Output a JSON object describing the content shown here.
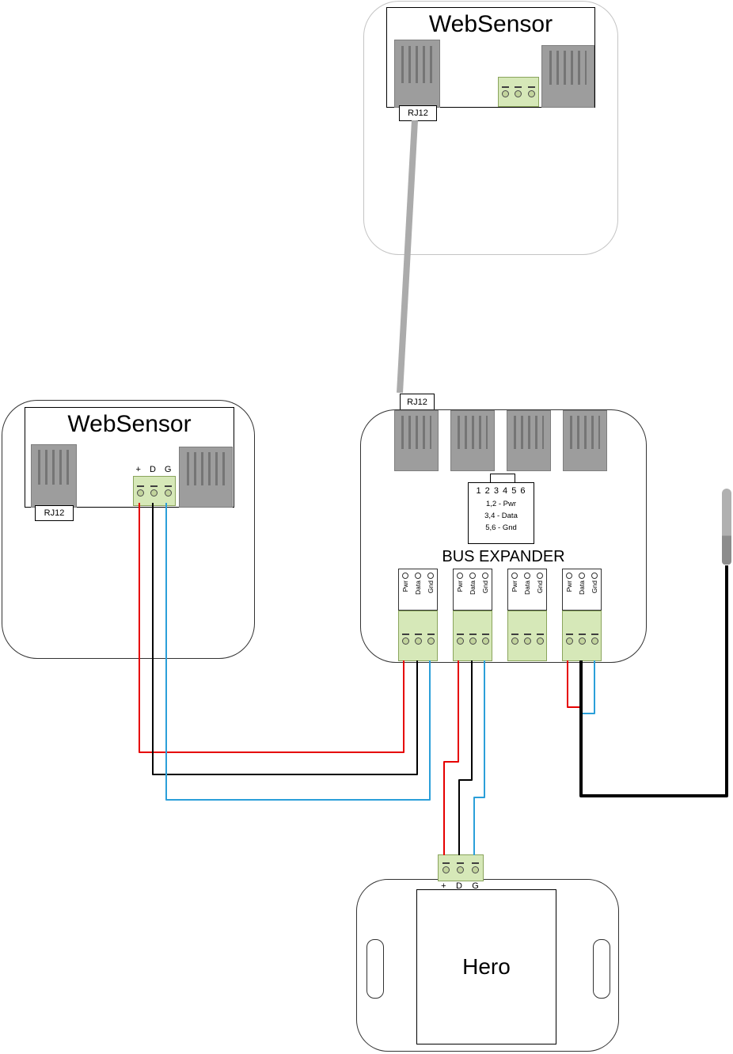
{
  "colors": {
    "wire_red": "#e60000",
    "wire_black": "#000000",
    "wire_blue": "#2b9fd9",
    "cable_gray": "#ababab",
    "terminal_green": "#d6e8b8",
    "terminal_green_border": "#8aa45c",
    "connector_gray": "#9d9d9d"
  },
  "websensor_top": {
    "title": "WebSensor",
    "rj12_label": "RJ12"
  },
  "websensor_left": {
    "title": "WebSensor",
    "rj12_label": "RJ12",
    "pin_labels": [
      "+",
      "D",
      "G"
    ]
  },
  "bus_expander": {
    "title": "BUS EXPANDER",
    "rj12_label": "RJ12",
    "legend": {
      "pins_line": "1 2 3 4 5 6",
      "lines": [
        "1,2 - Pwr",
        "3,4 - Data",
        "5,6 - Gnd"
      ]
    },
    "terminal_blocks": [
      {
        "ports": [
          "Pwr",
          "Data",
          "Gnd"
        ]
      },
      {
        "ports": [
          "Pwr",
          "Data",
          "Gnd"
        ]
      },
      {
        "ports": [
          "Pwr",
          "Data",
          "Gnd"
        ]
      },
      {
        "ports": [
          "Pwr",
          "Data",
          "Gnd"
        ]
      }
    ]
  },
  "hero": {
    "title": "Hero",
    "pin_labels": [
      "+",
      "D",
      "G"
    ]
  },
  "wires": [
    {
      "name": "rj12-cable",
      "from": "websensor-top RJ12",
      "to": "bus-expander RJ12",
      "color": "#ababab"
    },
    {
      "name": "sensor-pwr",
      "from": "websensor-left +",
      "to": "expander block1 Pwr",
      "color": "#e60000"
    },
    {
      "name": "sensor-data",
      "from": "websensor-left D",
      "to": "expander block1 Data",
      "color": "#000000"
    },
    {
      "name": "sensor-gnd",
      "from": "websensor-left G",
      "to": "expander block1 Gnd",
      "color": "#2b9fd9"
    },
    {
      "name": "hero-pwr",
      "from": "expander block2 Pwr",
      "to": "hero +",
      "color": "#e60000"
    },
    {
      "name": "hero-data",
      "from": "expander block2 Data",
      "to": "hero D",
      "color": "#000000"
    },
    {
      "name": "hero-gnd",
      "from": "expander block2 Gnd",
      "to": "hero G",
      "color": "#2b9fd9"
    },
    {
      "name": "probe-pwr-stub",
      "from": "expander block4 Pwr",
      "to": "probe cable",
      "color": "#e60000"
    },
    {
      "name": "probe-gnd-stub",
      "from": "expander block4 Gnd",
      "to": "probe cable",
      "color": "#2b9fd9"
    },
    {
      "name": "probe-cable",
      "from": "expander block4 Data",
      "to": "probe",
      "color": "#000000"
    }
  ]
}
